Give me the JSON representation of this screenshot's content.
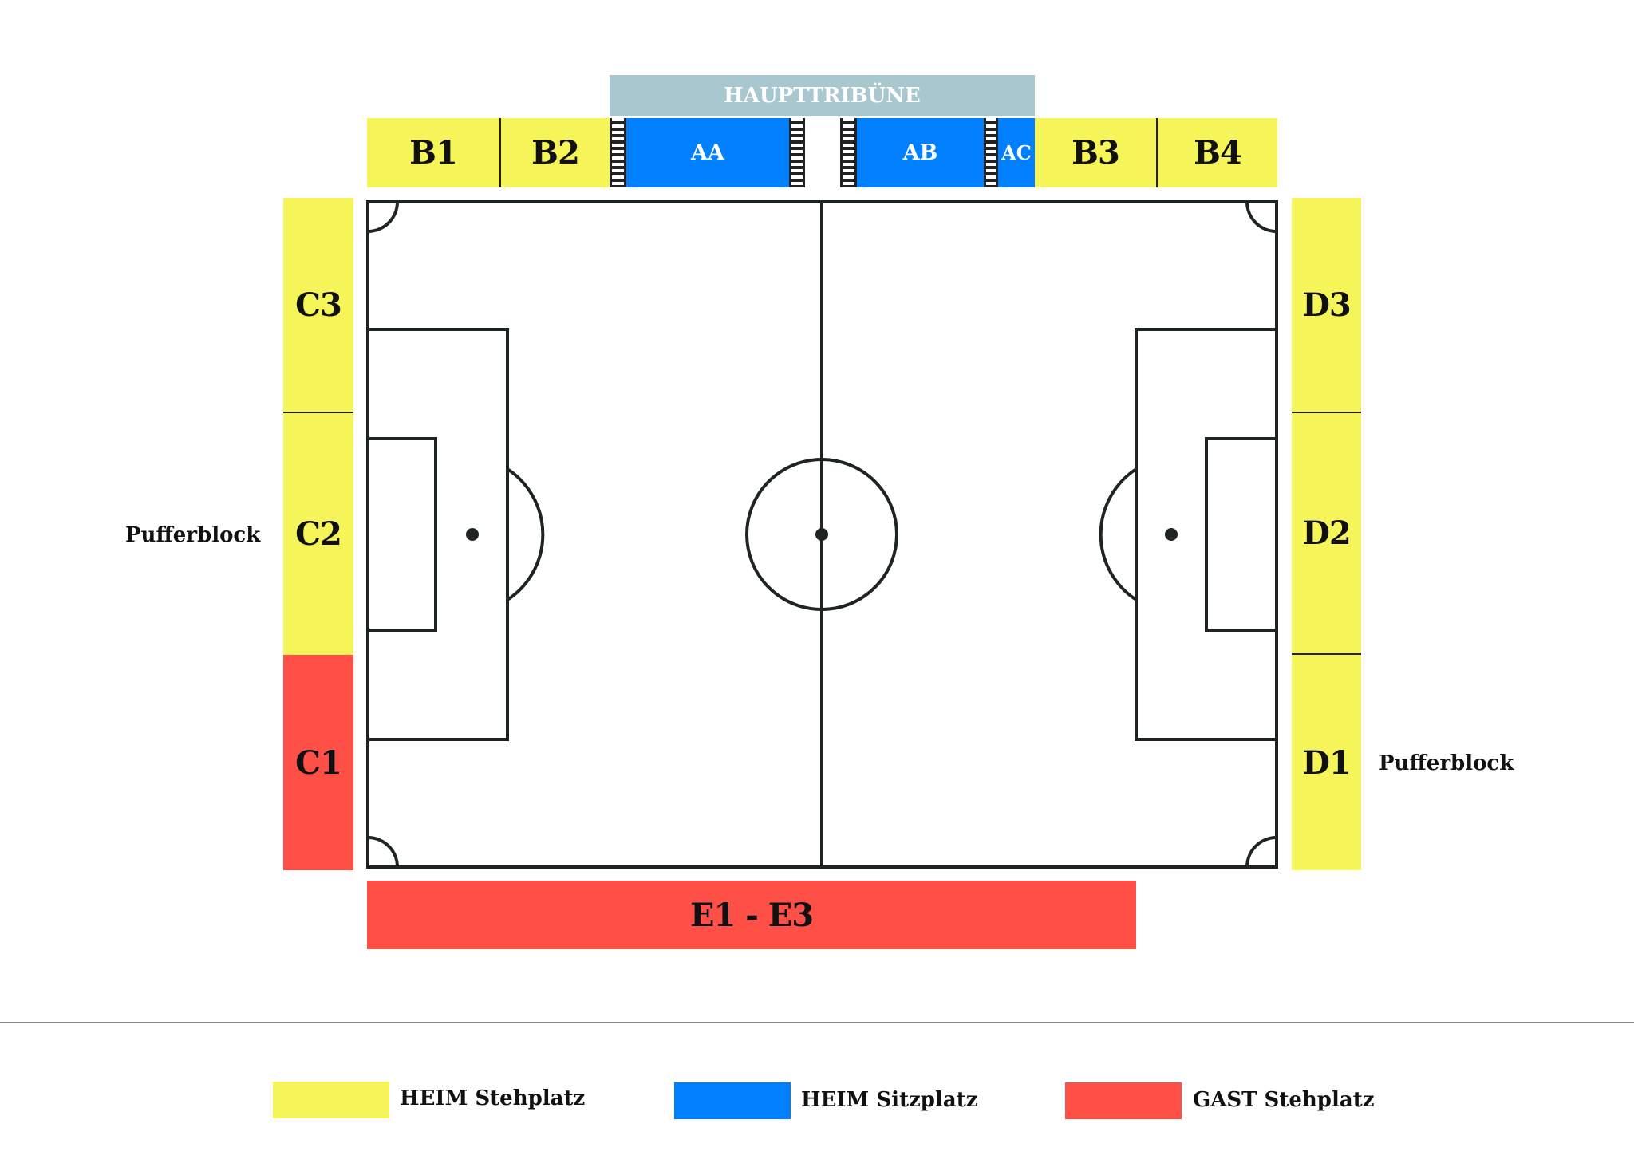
{
  "header": {
    "label": "HAUPTTRIBÜNE"
  },
  "north": {
    "b1": "B1",
    "b2": "B2",
    "aa": "AA",
    "ab": "AB",
    "ac": "AC",
    "b3": "B3",
    "b4": "B4"
  },
  "west": {
    "c3": "C3",
    "c2": "C2",
    "c1": "C1",
    "buffer_label": "Pufferblock"
  },
  "east": {
    "d3": "D3",
    "d2": "D2",
    "d1": "D1",
    "buffer_label": "Pufferblock"
  },
  "south": {
    "e": "E1 - E3"
  },
  "legend": [
    {
      "label": "HEIM Stehplatz",
      "color": "#f5f55a"
    },
    {
      "label": "HEIM Sitzplatz",
      "color": "#0080ff"
    },
    {
      "label": "GAST Stehplatz",
      "color": "#ff5048"
    }
  ],
  "colors": {
    "heim_steh": "#f5f55a",
    "heim_sitz": "#0080ff",
    "gast_steh": "#ff5048",
    "haupttribuene": "#a9c7cf"
  }
}
